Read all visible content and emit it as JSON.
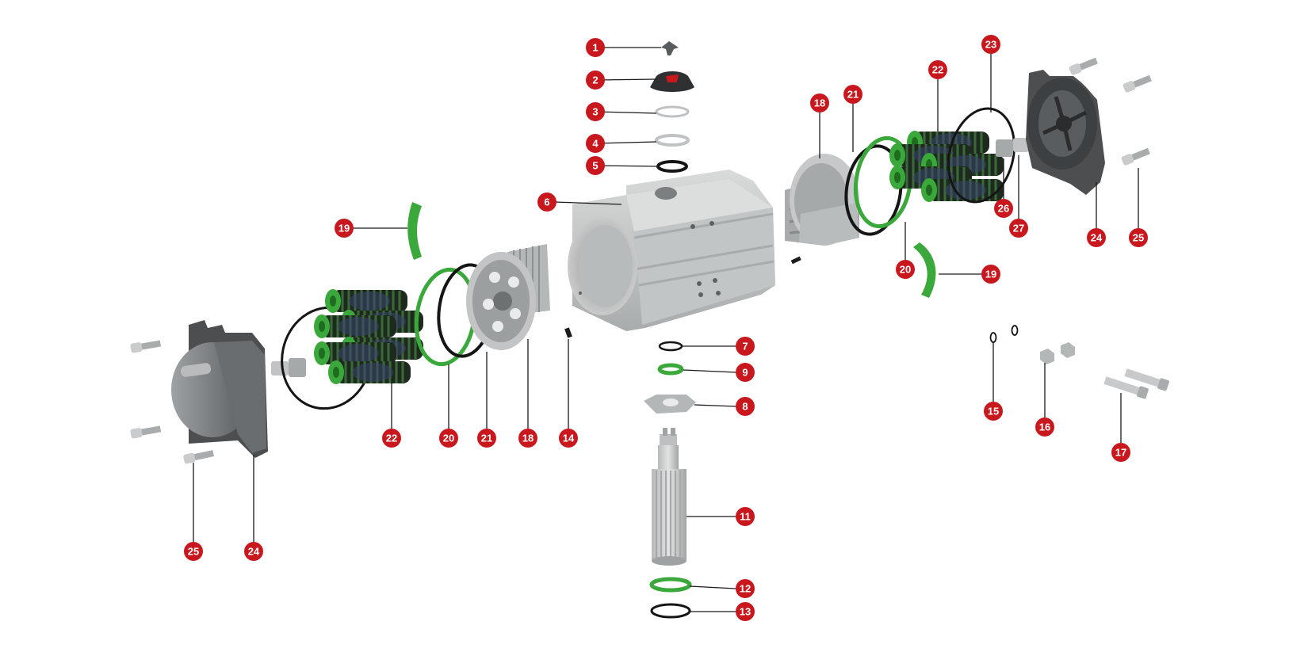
{
  "labels": {
    "p1": "1",
    "p2": "2",
    "p3": "3",
    "p4": "4",
    "p5": "5",
    "p6": "6",
    "p7": "7",
    "p8": "8",
    "p9": "9",
    "p11": "11",
    "p12": "12",
    "p13": "13",
    "p14": "14",
    "p15": "15",
    "p16": "16",
    "p17": "17",
    "p18": "18",
    "p18b": "18",
    "p19": "19",
    "p19b": "19",
    "p20": "20",
    "p20b": "20",
    "p21": "21",
    "p21b": "21",
    "p22": "22",
    "p22b": "22",
    "p23": "23",
    "p24": "24",
    "p24b": "24",
    "p25": "25",
    "p25b": "25",
    "p26": "26",
    "p27": "27"
  },
  "colors": {
    "badge": "#c8181e",
    "green": "#3aa83a",
    "body_gray": "#c4c6c6",
    "dark_gray": "#4a4c4e",
    "spring_dark": "#2b2f4a",
    "seal_black": "#151515"
  }
}
